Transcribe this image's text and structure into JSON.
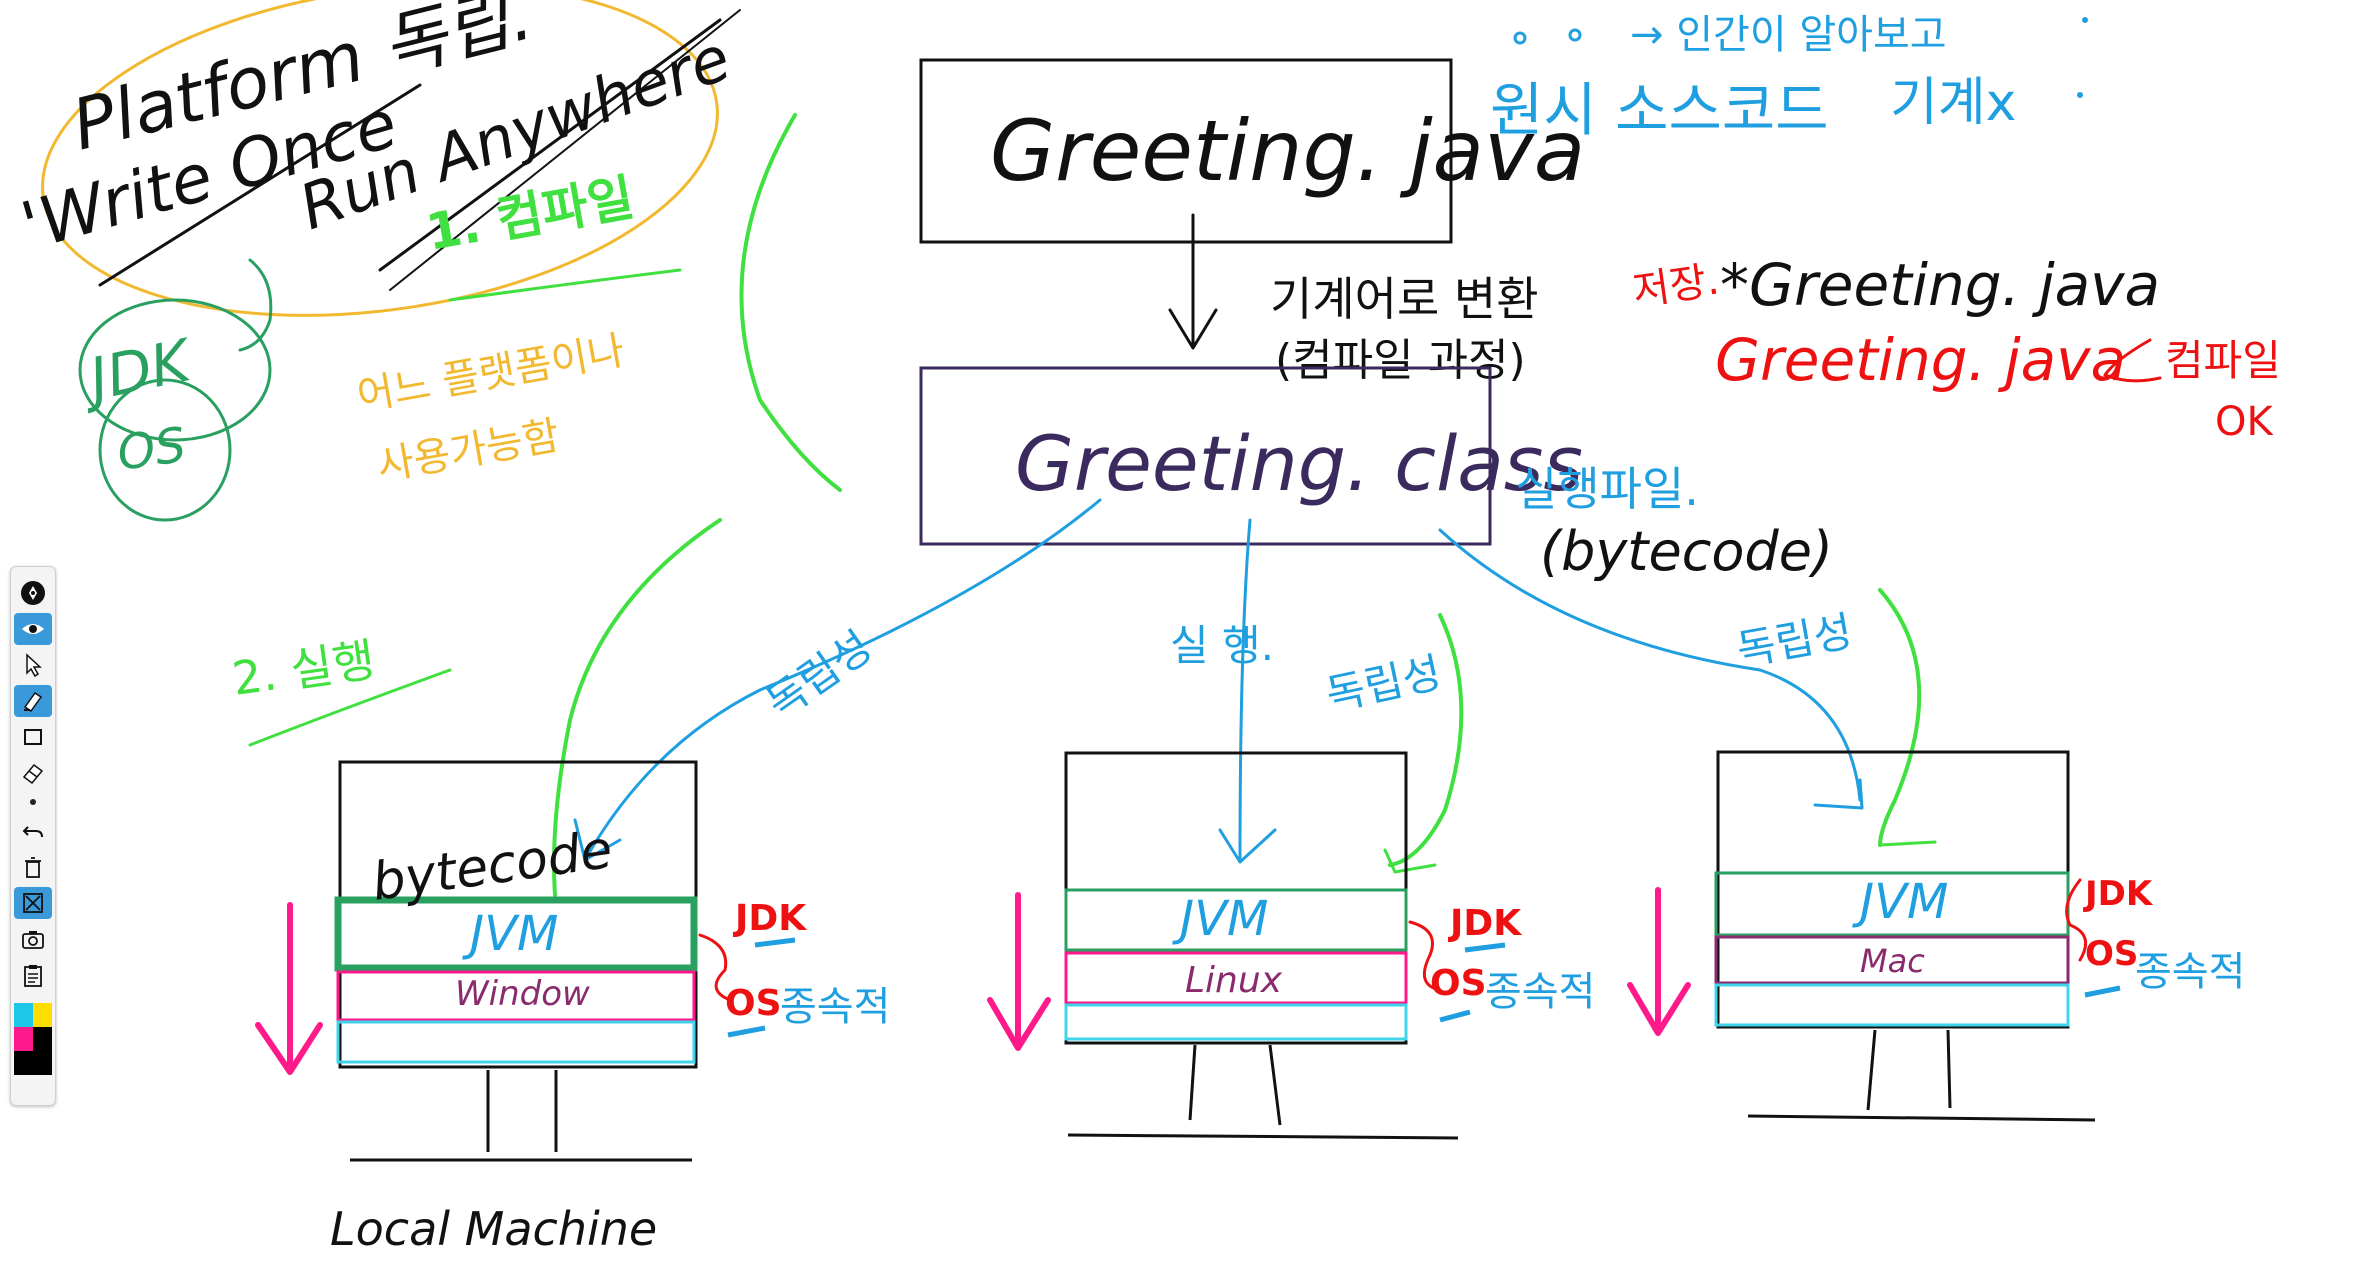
{
  "colors": {
    "ink_black": "#111111",
    "box_purple": "#3b2a5e",
    "sky_blue": "#1f9fe0",
    "bright_green": "#3fe03f",
    "dark_green": "#2aa060",
    "magenta": "#ff1a8c",
    "red": "#ee1111",
    "orange_yellow": "#f2b830",
    "cyan": "#3fd4ea",
    "os_purple": "#8a2b6e"
  },
  "notes": {
    "platform_title": "Platform 독립.",
    "write_once": "'Write Once",
    "run_anywhere": "Run Anywhere",
    "compile_step": "1. 컴파일",
    "jdk": "JDK",
    "os": "OS",
    "any_os": "어느 플랫폼이나",
    "usable": "사용가능함",
    "execute_step": "2. 실행",
    "human_readable": "→ 인간이 알아보고",
    "source_code": "원시 소스코드",
    "machine_no": "기계x",
    "to_machine": "기계어로 변환",
    "compile_process": "(컴파일 과정)",
    "save": "저장.",
    "compile_ok": "컴파일",
    "ok": "OK",
    "executable": "실행파일.",
    "bytecode_paren": "(bytecode)",
    "independence": "독립성",
    "execute_split": "실 행.",
    "bytecode": "bytecode",
    "local_machine": "Local Machine"
  },
  "files": {
    "source": "Greeting. java",
    "source_saved": "*Greeting. java",
    "source_red": "Greeting. java",
    "compiled": "Greeting. class"
  },
  "machines": [
    {
      "jvm": "JVM",
      "os": "Window",
      "jdk": "JDK",
      "os_short": "OS",
      "dependency": "종속적"
    },
    {
      "jvm": "JVM",
      "os": "Linux",
      "jdk": "JDK",
      "os_short": "OS",
      "dependency": "종속적"
    },
    {
      "jvm": "JVM",
      "os": "Mac",
      "jdk": "JDK",
      "os_short": "OS",
      "dependency": "종속적"
    }
  ],
  "toolbar": {
    "tools": [
      "pen-icon",
      "eye-icon",
      "pointer-icon",
      "highlighter-icon",
      "rectangle-icon",
      "eraser-icon",
      "dot-size-icon",
      "undo-icon",
      "trash-icon",
      "clear-icon",
      "camera-icon",
      "clipboard-icon"
    ],
    "palette": [
      "#1cc7e8",
      "#ffdd00",
      "#ff1a8c",
      "#000000",
      "#000000",
      "#000000"
    ]
  }
}
